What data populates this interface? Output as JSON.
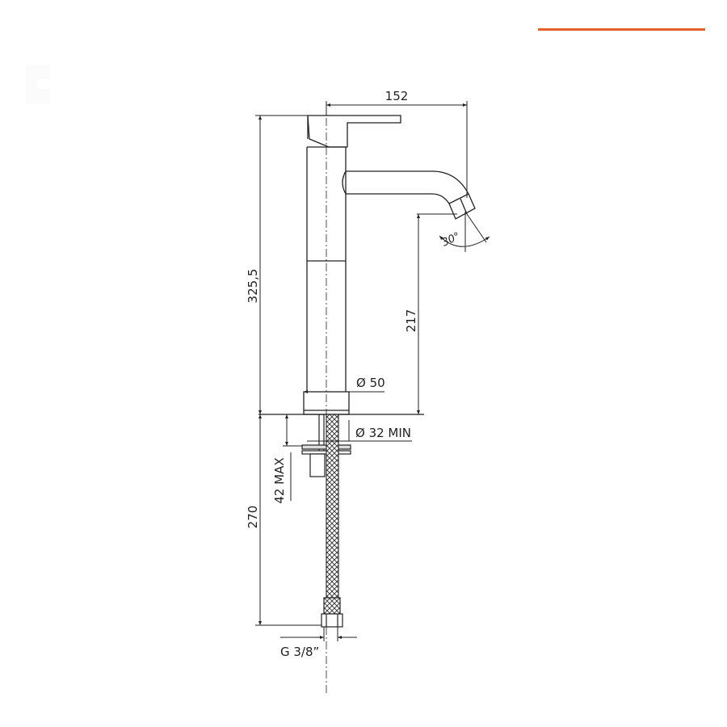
{
  "header": {
    "accent_color": "#e8602c"
  },
  "drawing": {
    "subject": "tall basin mixer tap — side elevation",
    "line_color": "#222222",
    "dimensions": {
      "spout_reach": "152",
      "total_height": "325,5",
      "spout_outlet_height": "217",
      "base_diameter": "Ø 50",
      "hole_diameter": "Ø 32 MIN",
      "max_deck_thickness": "42 MAX",
      "hose_length": "270",
      "connection_thread": "G 3/8”",
      "spout_swivel_angle": "30°"
    }
  }
}
